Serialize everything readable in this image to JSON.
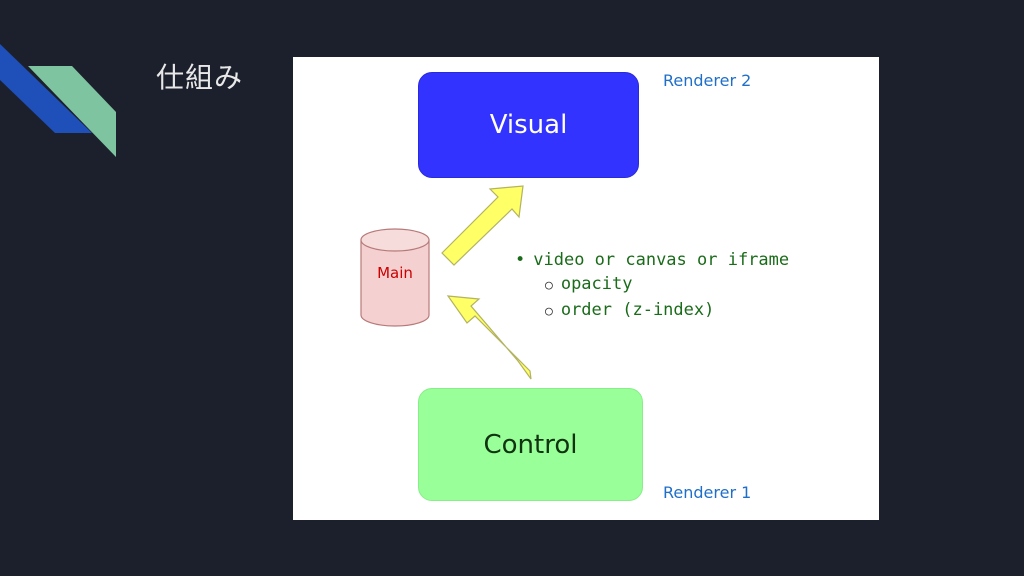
{
  "slide": {
    "title": "仕組み"
  },
  "diagram": {
    "visual_label": "Visual",
    "control_label": "Control",
    "main_label": "Main",
    "renderer2_label": "Renderer 2",
    "renderer1_label": "Renderer 1",
    "bullets": {
      "item": "video or canvas or iframe",
      "subitems": [
        "opacity",
        "order (z-index)"
      ]
    },
    "colors": {
      "visual_box": "#3333ff",
      "control_box": "#99ff99",
      "main_cylinder": "#f5d0d0",
      "main_text": "#cc0000",
      "arrows": "#ffff66",
      "renderer_text": "#1f6fc9",
      "bullet_text": "#1a6b1a"
    }
  }
}
